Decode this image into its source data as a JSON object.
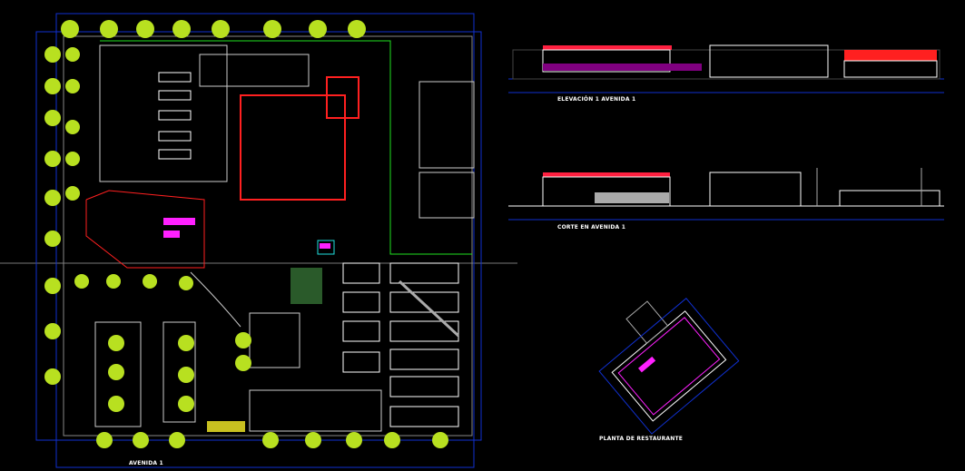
{
  "labels": {
    "elevation": "ELEVACIÓN 1 AVENIDA 1",
    "section": "CORTE EN AVENIDA 1",
    "restaurant_plan": "PLANTA DE RESTAURANTE",
    "street": "AVENIDA 1"
  },
  "colors": {
    "background": "#000000",
    "grid": "#1030d0",
    "walls": "#ffffff",
    "red": "#ff2020",
    "green": "#20e020",
    "magenta": "#ff20ff",
    "tree": "#c8f020",
    "cyan": "#20e0e0"
  }
}
